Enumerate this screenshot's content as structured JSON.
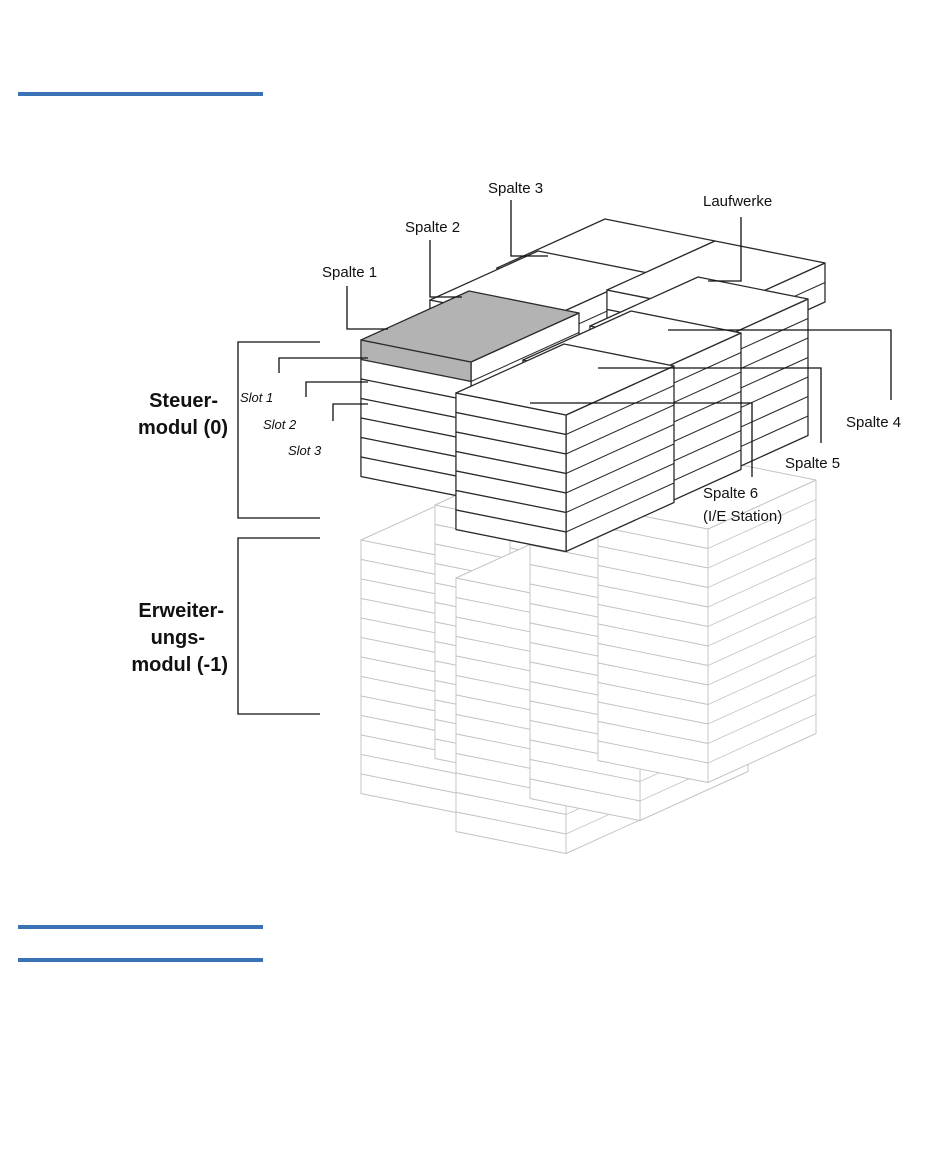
{
  "colors": {
    "rule": "#3a73b5",
    "box_stroke": "#2b2b2b",
    "ghost_stroke": "#c4c4c4",
    "highlight_slot": "#b3b3b3"
  },
  "callouts": {
    "spalte1": "Spalte 1",
    "spalte2": "Spalte 2",
    "spalte3": "Spalte 3",
    "laufwerke": "Laufwerke",
    "spalte4": "Spalte 4",
    "spalte5": "Spalte 5",
    "spalte6_line1": "Spalte 6",
    "spalte6_line2": "(I/E Station)"
  },
  "slots": {
    "slot1": "Slot 1",
    "slot2": "Slot 2",
    "slot3": "Slot 3"
  },
  "modules": {
    "control": {
      "line1": "Steuer-",
      "line2": "modul (0)"
    },
    "expansion": {
      "line1": "Erweiter-",
      "line2": "ungs-",
      "line3": "modul (-1)"
    }
  }
}
